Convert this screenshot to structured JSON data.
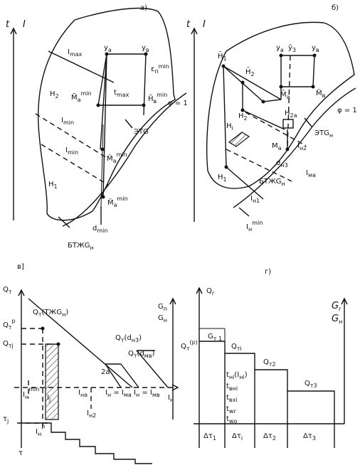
{
  "panels": {
    "a": {
      "panel_label": "a)",
      "t_axis": "t",
      "I_axis": "I",
      "I_max": "I",
      "I_max_sub": "max",
      "t_max": "t",
      "t_max_sub": "max",
      "ya": "y",
      "ya_sub": "a",
      "yv": "y",
      "yv_sub": "в",
      "en_min": "ε",
      "en_min_sub": "п",
      "en_min_sup": "min",
      "H2": "H",
      "H2_sub": "2",
      "H1": "H",
      "H1_sub": "1",
      "Ma_min": "M̃",
      "Ma_min_sub": "a",
      "Ma_min_sup": "min",
      "Hv_min": "H̃",
      "Hv_min_sub": "в",
      "Hv_min_sup": "min",
      "I_min_1": "I",
      "I_min_1_sub": "min",
      "I_min_2": "I",
      "I_min_2_sub": "min",
      "Ma_min_mid": "M̌",
      "Ma_min_mid_sub": "a",
      "Ma_min_mid_sup": "min",
      "Ma_min_low": "M̌",
      "Ma_min_low_sub": "a",
      "Ma_min_low_sup": "min",
      "phi1": "φ = 1",
      "etg": "ЭTG",
      "d_min": "d",
      "d_min_sub": "min",
      "btzhg": "БTЖG",
      "btzhg_sub": "н"
    },
    "b": {
      "panel_label": "б)",
      "t_axis": "t",
      "I_axis": "I",
      "H1_top": "H̄",
      "H1_top_sub": "1",
      "H2_top": "H̄",
      "H2_top_sub": "2",
      "ya": "y",
      "ya_sub": "a",
      "y3": "ȳ",
      "y3_sub": "3",
      "yv": "y",
      "yv_sub": "в",
      "Ma_top": "M̄",
      "Ma_top_sub": "a",
      "Mv": "M̌",
      "Mv_sub": "в",
      "H2": "H",
      "H2_sub": "2",
      "H2a": "H",
      "H2a_sub": "2a",
      "Hi": "H",
      "Hi_sub": "i",
      "Ma": "M",
      "Ma_sub": "a",
      "In2": "I",
      "In2_sub": "н2",
      "phi1": "φ = 1",
      "etg": "ЭTG",
      "etg_sub": "н",
      "an3": "σ",
      "an3_sub": "н3",
      "Ima": "I",
      "Ima_sub": "ма",
      "H1": "H",
      "H1_sub": "1",
      "btzhg": "БTЖG",
      "btzhg_sub": "н",
      "In1": "I",
      "In1_sub": "н1",
      "In_min": "I",
      "In_min_sub": "н",
      "In_min_sup": "min"
    },
    "v": {
      "panel_label": "в]",
      "Qt_axis": "Q",
      "Qt_axis_sub": "т",
      "Qtp": "Q",
      "Qtp_sub": "т",
      "Qtp_sup": "р",
      "Qtj": "Q",
      "Qtj_sub": "тj",
      "Qt_tzhg": "Q",
      "Qt_tzhg_sub": "т",
      "Qt_tzhg_text": "(ТЖG",
      "Qt_tzhg_text2": "н",
      "Qt_tzhg_close": ")",
      "Gp": "G",
      "Gp_sub": "п",
      "Gn": "G",
      "Gn_sub": "н",
      "Qt_dn3": "Q",
      "Qt_dn3_sub": "т",
      "Qt_dn3_text": "(d",
      "Qt_dn3_text2": "н3",
      "Qt_dn3_close": ")",
      "Qt_dmv": "Q",
      "Qt_dmv_sub": "т",
      "Qt_dmv_text": "(d",
      "Qt_dmv_text2": "мв",
      "Qt_dmv_close": ")",
      "lbl_2a": "2a",
      "In_min": "I",
      "In_min_sub": "н",
      "In_min_sup": "min",
      "Ij": "I",
      "Ij_sub": "j",
      "Ina": "I",
      "Ina_sub": "на",
      "In_eq_ma": "I",
      "In_eq_ma_sub": "н",
      "In_eq_ma_mid": " = I",
      "In_eq_ma_mid_sub": "ма",
      "In_eq_mv": "I",
      "In_eq_mv_sub": "н",
      "In_eq_mv_mid": " = I",
      "In_eq_mv_mid_sub": "мв",
      "In_axis": "I",
      "In_axis_sub": "н",
      "In2": "I",
      "In2_sub": "н2",
      "tau_j": "τ",
      "tau_j_sub": "j",
      "In_p": "I",
      "In_p_sub": "н",
      "In_p_sup": "p",
      "tau_axis": "τ"
    },
    "g": {
      "panel_label": "г)",
      "Qr_axis": "Q",
      "Qr_axis_sub": "r",
      "Gr1": "G",
      "Gr1_sub": "т 1",
      "Qtp": "Q",
      "Qtp_sub": "т",
      "Qtp_sup": "(р)",
      "Qti": "Q",
      "Qti_sub": "тi",
      "Qt2": "Q",
      "Qt2_sub": "т2",
      "Qt3": "Q",
      "Qt3_sub": "т3",
      "Gr": "G",
      "Gr_sub": "r",
      "Gn": "G",
      "Gn_sub": "н",
      "t_hi": "t",
      "t_hi_sub": "нi",
      "t_hi_extra": "(I",
      "t_hi_extra_sub": "нi",
      "t_hi_close": ")",
      "t_vni": "t",
      "t_vni_sub": "вні",
      "t_vxi": "t",
      "t_vxi_sub": "вхі",
      "t_wr": "t",
      "t_wr_sub": "wr",
      "t_wo": "t",
      "t_wo_sub": "wo",
      "dt1": "Δτ",
      "dt1_sub": "1",
      "dti": "Δτ",
      "dti_sub": "i",
      "dt2": "Δτ",
      "dt2_sub": "2",
      "dt3": "Δτ",
      "dt3_sub": "3"
    }
  }
}
